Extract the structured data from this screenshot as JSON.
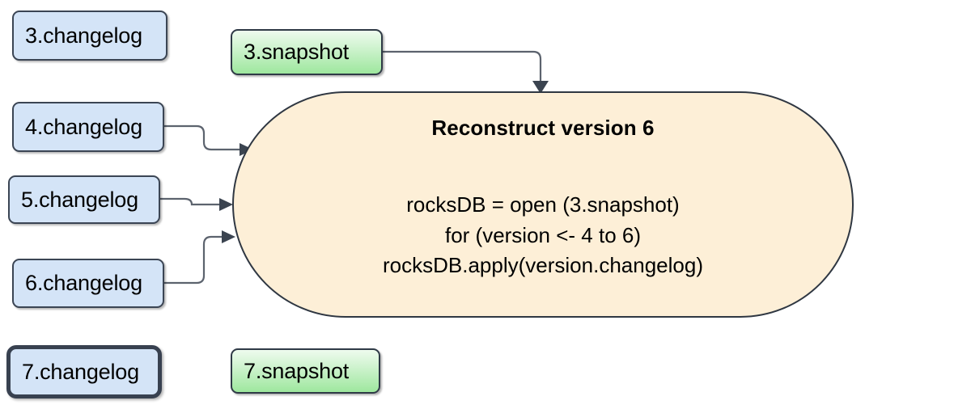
{
  "diagram": {
    "title": "Reconstruct version 6",
    "background": "#ffffff",
    "colors": {
      "changelog_fill": "#d4e4f7",
      "changelog_border": "#3b4554",
      "snapshot_fill_top": "#eefbee",
      "snapshot_fill_bottom": "#9ee79e",
      "snapshot_border": "#2f3a46",
      "process_fill": "#fdefd7",
      "process_border": "#2f3742",
      "connector": "#5c636e",
      "arrowhead": "#3b4450"
    }
  },
  "nodes": {
    "changelog_3": {
      "label": "3.changelog",
      "type": "changelog",
      "highlighted": false
    },
    "changelog_4": {
      "label": "4.changelog",
      "type": "changelog",
      "highlighted": false
    },
    "changelog_5": {
      "label": "5.changelog",
      "type": "changelog",
      "highlighted": false
    },
    "changelog_6": {
      "label": "6.changelog",
      "type": "changelog",
      "highlighted": false
    },
    "changelog_7": {
      "label": "7.changelog",
      "type": "changelog",
      "highlighted": true
    },
    "snapshot_3": {
      "label": "3.snapshot",
      "type": "snapshot",
      "highlighted": false
    },
    "snapshot_7": {
      "label": "7.snapshot",
      "type": "snapshot",
      "highlighted": false
    }
  },
  "process": {
    "title": "Reconstruct version 6",
    "code_lines": [
      "rocksDB = open (3.snapshot)",
      "for (version <- 4 to 6)",
      "rocksDB.apply(version.changelog)"
    ]
  },
  "edges": [
    {
      "name": "snapshot-3-to-process",
      "from": "snapshot_3",
      "to": "process",
      "direction": "down"
    },
    {
      "name": "changelog-4-to-process",
      "from": "changelog_4",
      "to": "process",
      "direction": "right"
    },
    {
      "name": "changelog-5-to-process",
      "from": "changelog_5",
      "to": "process",
      "direction": "right"
    },
    {
      "name": "changelog-6-to-process",
      "from": "changelog_6",
      "to": "process",
      "direction": "right"
    }
  ]
}
